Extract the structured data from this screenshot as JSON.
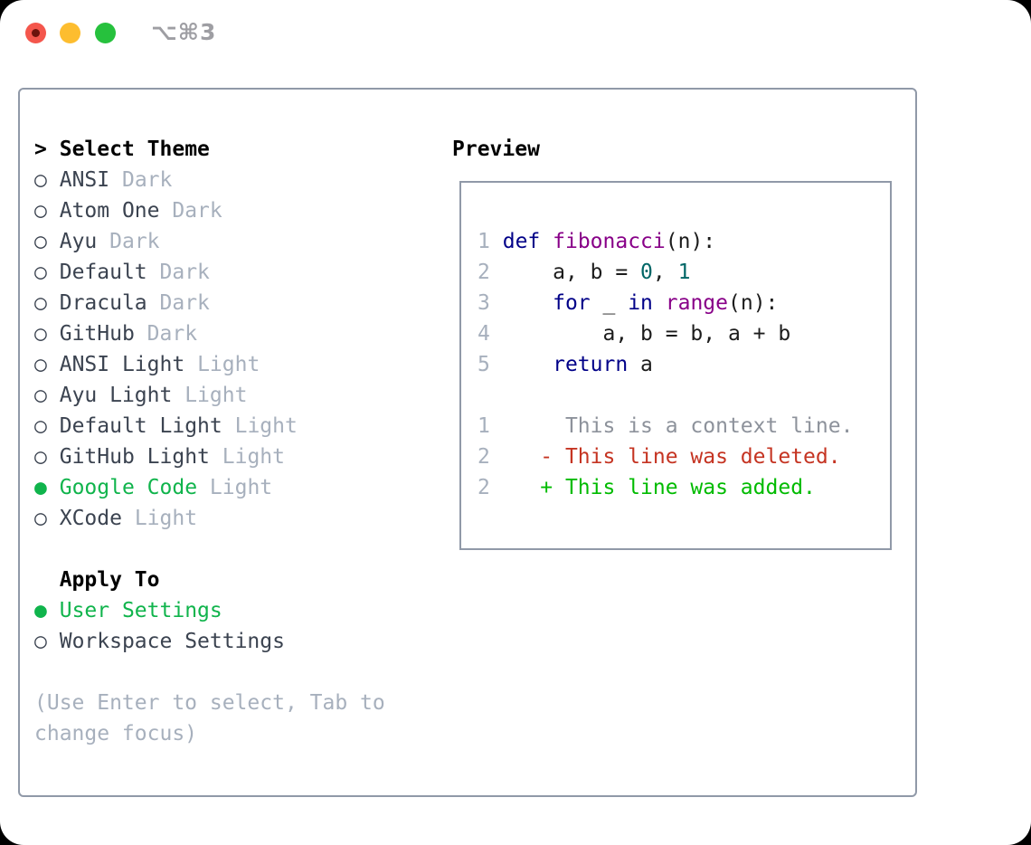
{
  "window": {
    "title": "⌥⌘3"
  },
  "colors": {
    "accent_green": "#10b44c",
    "list_text": "#3b4350",
    "muted": "#a7b0bd",
    "border": "#9099a8",
    "title_gray": "#9e9ea3",
    "traffic_red": "#f4564c",
    "traffic_red_dot": "#6d130c",
    "traffic_yellow": "#fdbd2f",
    "traffic_green": "#26c13d",
    "keyword": "#000088",
    "function": "#880088",
    "literal": "#006666",
    "plain": "#1c1c1c",
    "line_number": "#a7b0bd",
    "diff_context": "#8d929b",
    "diff_deleted": "#c53422",
    "diff_added": "#00bb00"
  },
  "theme_panel": {
    "header_prefix": ">",
    "header": "Select Theme",
    "themes": [
      {
        "name": "ANSI",
        "variant": "Dark",
        "selected": false
      },
      {
        "name": "Atom One",
        "variant": "Dark",
        "selected": false
      },
      {
        "name": "Ayu",
        "variant": "Dark",
        "selected": false
      },
      {
        "name": "Default",
        "variant": "Dark",
        "selected": false
      },
      {
        "name": "Dracula",
        "variant": "Dark",
        "selected": false
      },
      {
        "name": "GitHub",
        "variant": "Dark",
        "selected": false
      },
      {
        "name": "ANSI Light",
        "variant": "Light",
        "selected": false
      },
      {
        "name": "Ayu Light",
        "variant": "Light",
        "selected": false
      },
      {
        "name": "Default Light",
        "variant": "Light",
        "selected": false
      },
      {
        "name": "GitHub Light",
        "variant": "Light",
        "selected": false
      },
      {
        "name": "Google Code",
        "variant": "Light",
        "selected": true
      },
      {
        "name": "XCode",
        "variant": "Light",
        "selected": false
      }
    ],
    "apply_to": {
      "header": "Apply To",
      "options": [
        {
          "label": "User Settings",
          "selected": true
        },
        {
          "label": "Workspace Settings",
          "selected": false
        }
      ]
    },
    "hint_lines": [
      "(Use Enter to select, Tab to",
      "change focus)"
    ]
  },
  "preview": {
    "label": "Preview",
    "code_lines": [
      {
        "num": "1",
        "tokens": [
          {
            "t": " ",
            "c": "pln"
          },
          {
            "t": "def",
            "c": "kwd"
          },
          {
            "t": " ",
            "c": "pln"
          },
          {
            "t": "fibonacci",
            "c": "typ"
          },
          {
            "t": "(n):",
            "c": "pln"
          }
        ]
      },
      {
        "num": "2",
        "tokens": [
          {
            "t": "     a, b = ",
            "c": "pln"
          },
          {
            "t": "0",
            "c": "lit"
          },
          {
            "t": ", ",
            "c": "pln"
          },
          {
            "t": "1",
            "c": "lit"
          }
        ]
      },
      {
        "num": "3",
        "tokens": [
          {
            "t": "     ",
            "c": "pln"
          },
          {
            "t": "for",
            "c": "kwd"
          },
          {
            "t": " _ ",
            "c": "pln"
          },
          {
            "t": "in",
            "c": "kwd"
          },
          {
            "t": " ",
            "c": "pln"
          },
          {
            "t": "range",
            "c": "typ"
          },
          {
            "t": "(n):",
            "c": "pln"
          }
        ]
      },
      {
        "num": "4",
        "tokens": [
          {
            "t": "         a, b = b, a + b",
            "c": "pln"
          }
        ]
      },
      {
        "num": "5",
        "tokens": [
          {
            "t": "     ",
            "c": "pln"
          },
          {
            "t": "return",
            "c": "kwd"
          },
          {
            "t": " a",
            "c": "pln"
          }
        ]
      }
    ],
    "diff_lines": [
      {
        "num": "1",
        "type": "context",
        "text": "      This is a context line."
      },
      {
        "num": "2",
        "type": "deleted",
        "text": "    - This line was deleted."
      },
      {
        "num": "2",
        "type": "added",
        "text": "    + This line was added."
      }
    ]
  }
}
